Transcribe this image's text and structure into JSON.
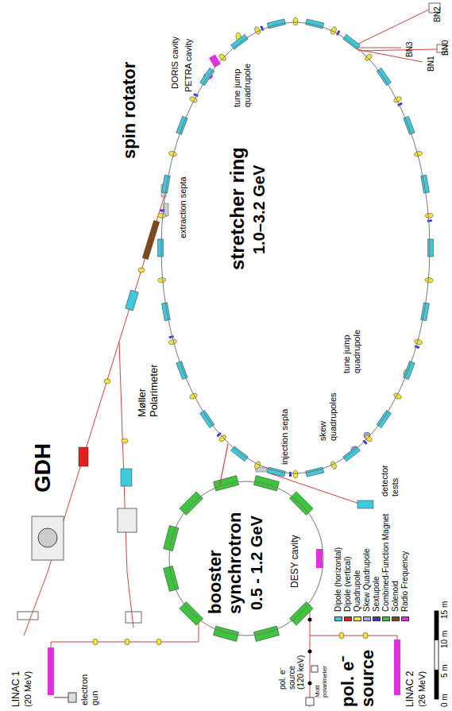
{
  "diagram": {
    "nodes": [
      {
        "text": [
          "booster synchrotron",
          "0.5 - 1.2 GeV"
        ]
      },
      {
        "text": [
          "stretcher ring",
          "1.0–3.2 GeV"
        ]
      }
    ],
    "edges": [
      {
        "from": 0,
        "to": 1,
        "arrow": "none"
      }
    ],
    "labels": [
      "spin rotator",
      "GDH",
      "Møller Polarimeter",
      "DORIS cavity",
      "PETRA cavity",
      "tune jump quadrupole",
      "extraction septa",
      "BN2",
      "BN3",
      "BN1",
      "BN0",
      "injection septa",
      "tune jump quadrupole",
      "skew quadrupoles",
      "detector tests",
      "DESY cavity",
      "pol. e⁻ source",
      "LINAC 2",
      "(26 MeV)",
      "pol. e⁻ source (120 keV)",
      "Mott polarimeter",
      "LINAC 1",
      "(20 MeV)",
      "electron gun",
      "0 m",
      "5 m",
      "10 m",
      "15 m"
    ],
    "legend": [
      {
        "text": "Dipole (horizontal)",
        "color": "#3ec9dc"
      },
      {
        "text": "Dipole (vertical)",
        "color": "#e0201b"
      },
      {
        "text": "Quadrupole",
        "color": "#f5e33a"
      },
      {
        "text": "Skew Quadrupole",
        "color": "#a9a9e8"
      },
      {
        "text": "Sextupole",
        "color": "#3a3ad0"
      },
      {
        "text": "Combined-Function Magnet",
        "color": "#3cc63c"
      },
      {
        "text": "Solenoid",
        "color": "#7a4a1e"
      },
      {
        "text": "Radio Frequency",
        "color": "#e030e0"
      }
    ]
  }
}
